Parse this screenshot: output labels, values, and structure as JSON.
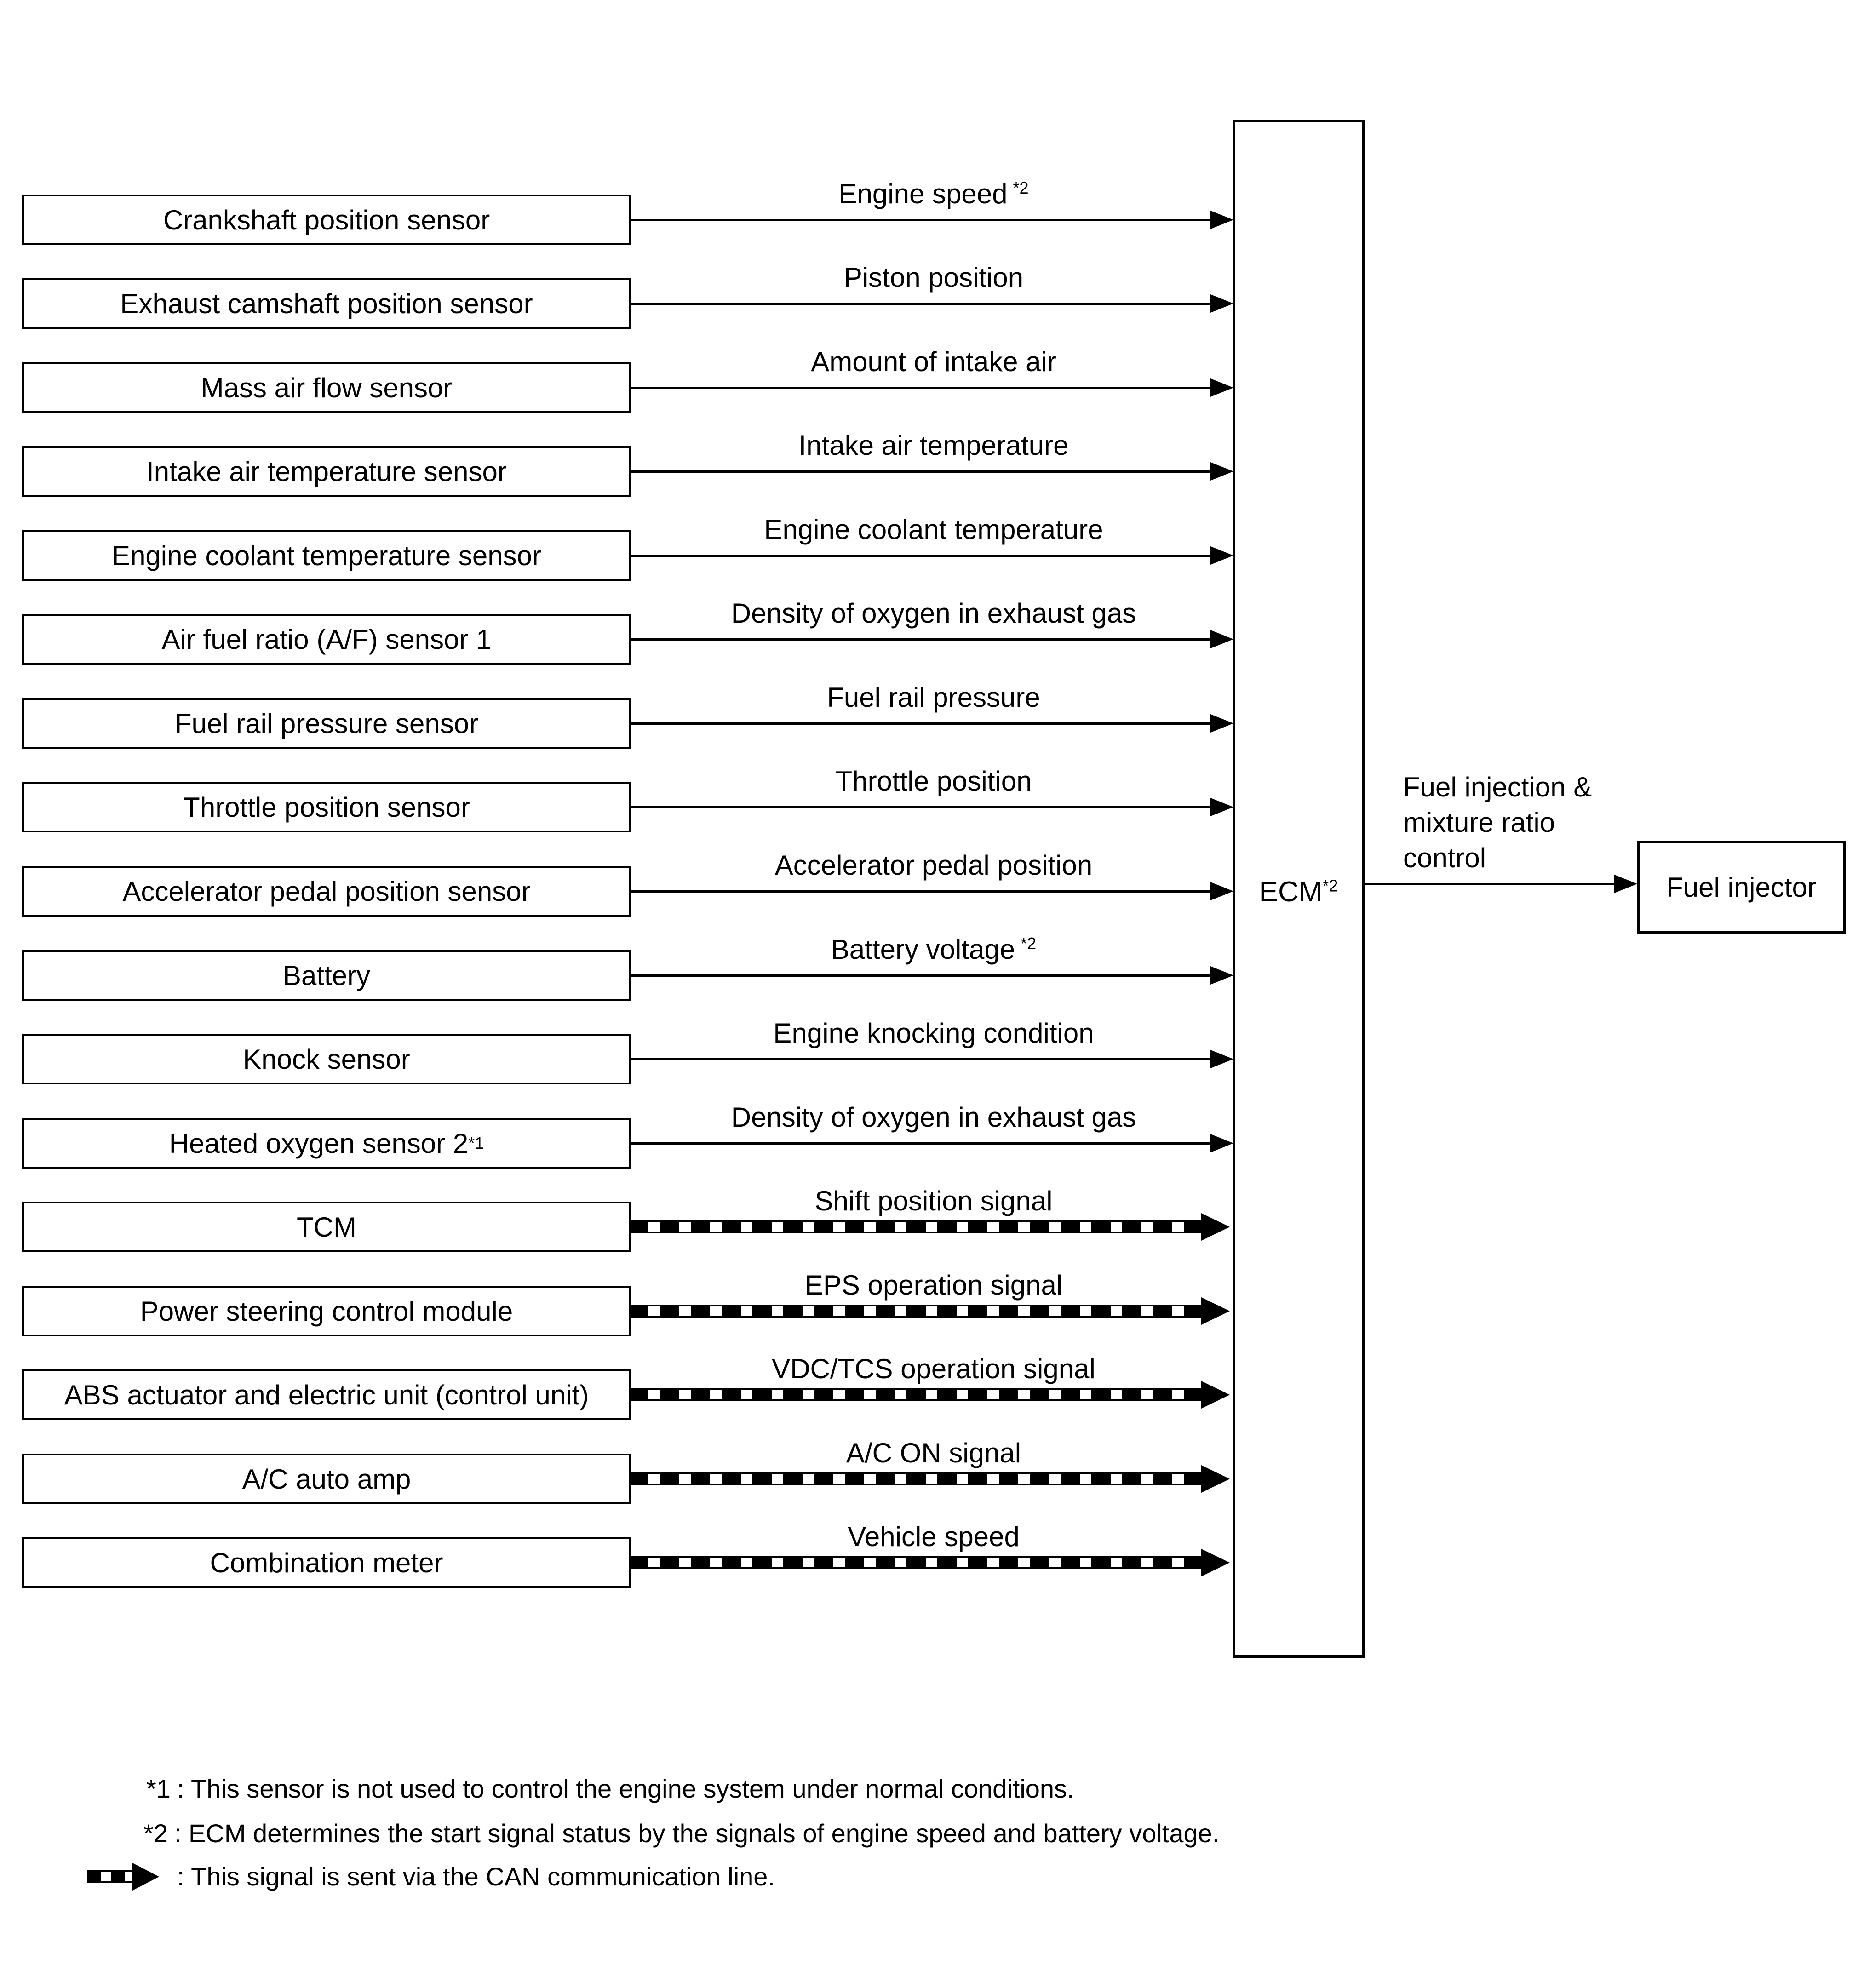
{
  "page": {
    "background": "#ffffff",
    "ink": "#000000"
  },
  "diagram": {
    "rows": [
      {
        "source": "Crankshaft position sensor",
        "signal": "Engine speed",
        "signal_sup": "*2",
        "can": false
      },
      {
        "source": "Exhaust camshaft position sensor",
        "signal": "Piston position",
        "can": false
      },
      {
        "source": "Mass air flow sensor",
        "signal": "Amount of intake air",
        "can": false
      },
      {
        "source": "Intake air temperature sensor",
        "signal": "Intake air temperature",
        "can": false
      },
      {
        "source": "Engine coolant temperature sensor",
        "signal": "Engine coolant temperature",
        "can": false
      },
      {
        "source": "Air fuel ratio (A/F) sensor 1",
        "signal": "Density of oxygen in exhaust gas",
        "can": false
      },
      {
        "source": "Fuel rail pressure sensor",
        "signal": "Fuel rail pressure",
        "can": false
      },
      {
        "source": "Throttle position sensor",
        "signal": "Throttle position",
        "can": false
      },
      {
        "source": "Accelerator pedal position sensor",
        "signal": "Accelerator pedal position",
        "can": false
      },
      {
        "source": "Battery",
        "signal": "Battery voltage",
        "signal_sup": "*2",
        "can": false
      },
      {
        "source": "Knock sensor",
        "signal": "Engine knocking condition",
        "can": false
      },
      {
        "source": "Heated oxygen sensor 2",
        "source_sup": "*1",
        "signal": "Density of oxygen in exhaust gas",
        "can": false
      },
      {
        "source": "TCM",
        "signal": "Shift position signal",
        "can": true
      },
      {
        "source": "Power steering control module",
        "signal": "EPS operation signal",
        "can": true
      },
      {
        "source": "ABS actuator and electric unit (control unit)",
        "signal": "VDC/TCS operation signal",
        "can": true
      },
      {
        "source": "A/C auto amp",
        "signal": "A/C ON signal",
        "can": true
      },
      {
        "source": "Combination meter",
        "signal": "Vehicle speed",
        "can": true
      }
    ],
    "ecm": {
      "label": "ECM",
      "sup": "*2"
    },
    "output": {
      "annotation": "Fuel injection &\nmixture ratio\ncontrol",
      "target": "Fuel injector"
    },
    "footnotes": [
      {
        "marker": "*1",
        "text": ": This sensor is not used to control the engine system under normal conditions."
      },
      {
        "marker": "*2",
        "text": ": ECM determines the start signal status by the signals of engine speed and battery voltage."
      },
      {
        "marker": "can-arrow-icon",
        "text": ": This signal is sent via the CAN communication line."
      }
    ]
  }
}
